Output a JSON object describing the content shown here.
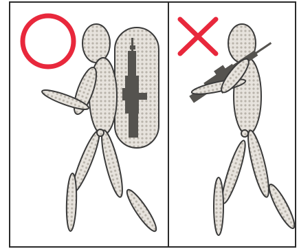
{
  "panels": [
    {
      "id": "left",
      "verdict": "correct",
      "symbol": "circle-icon",
      "rifle": "slung-on-back-in-case"
    },
    {
      "id": "right",
      "verdict": "incorrect",
      "symbol": "cross-icon",
      "rifle": "held-at-shoulder"
    }
  ],
  "colors": {
    "symbol": "#e8283c",
    "outline": "#3a3a3a",
    "body_fill": "#e7e3dd",
    "dot": "#b9b4ab",
    "rifle": "#55534f",
    "border": "#2a2a2a"
  }
}
